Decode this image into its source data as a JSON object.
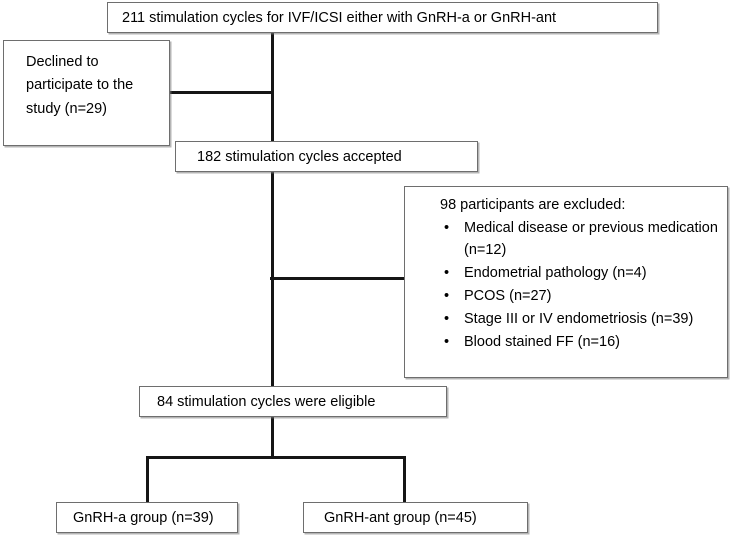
{
  "chart_data": {
    "type": "diagram",
    "title": "CONSORT-style participant flow diagram",
    "nodes": [
      {
        "id": "enrolled",
        "label": "211 stimulation cycles for IVF/ICSI either with GnRH-a or GnRH-ant",
        "count": 211
      },
      {
        "id": "declined",
        "label": "Declined to participate to the study (n=29)",
        "count": 29
      },
      {
        "id": "accepted",
        "label": "182 stimulation cycles accepted",
        "count": 182
      },
      {
        "id": "excluded",
        "label": "98 participants are excluded:",
        "count": 98
      },
      {
        "id": "eligible",
        "label": "84 stimulation cycles were eligible",
        "count": 84
      },
      {
        "id": "gnrh_a",
        "label": "GnRH-a group (n=39)",
        "count": 39
      },
      {
        "id": "gnrh_ant",
        "label": "GnRH-ant group (n=45)",
        "count": 45
      }
    ],
    "exclusion_reasons": [
      {
        "reason": "Medical disease or previous medication",
        "n": 12
      },
      {
        "reason": "Endometrial pathology",
        "n": 4
      },
      {
        "reason": "PCOS",
        "n": 27
      },
      {
        "reason": "Stage III or IV endometriosis",
        "n": 39
      },
      {
        "reason": "Blood stained FF",
        "n": 16
      }
    ],
    "edges": [
      {
        "from": "enrolled",
        "to": "accepted"
      },
      {
        "from": "enrolled",
        "to": "declined"
      },
      {
        "from": "accepted",
        "to": "eligible"
      },
      {
        "from": "accepted",
        "to": "excluded"
      },
      {
        "from": "eligible",
        "to": "gnrh_a"
      },
      {
        "from": "eligible",
        "to": "gnrh_ant"
      }
    ]
  },
  "flow": {
    "enrolled_box": {
      "text": "211 stimulation cycles for IVF/ICSI either with GnRH-a or GnRH-ant"
    },
    "declined_box": {
      "text": "Declined to\nparticipate to the\nstudy (n=29)"
    },
    "accepted_box": {
      "text": "182 stimulation cycles accepted"
    },
    "excluded_box": {
      "heading": "98 participants are excluded:",
      "bullet_glyph": "•",
      "items": [
        "Medical disease or previous\nmedication (n=12)",
        "Endometrial pathology (n=4)",
        "PCOS (n=27)",
        "Stage III or IV endometriosis\n(n=39)",
        "Blood stained FF (n=16)"
      ]
    },
    "eligible_box": {
      "text": "84 stimulation cycles were eligible"
    },
    "gnrh_a_box": {
      "text": "GnRH-a group (n=39)"
    },
    "gnrh_ant_box": {
      "text": "GnRH-ant group (n=45)"
    }
  },
  "style": {
    "box_border_color": "#6e6e6e",
    "box_fill_color": "#ffffff",
    "line_color": "#151515",
    "text_color": "#000000",
    "background": "#ffffff"
  }
}
